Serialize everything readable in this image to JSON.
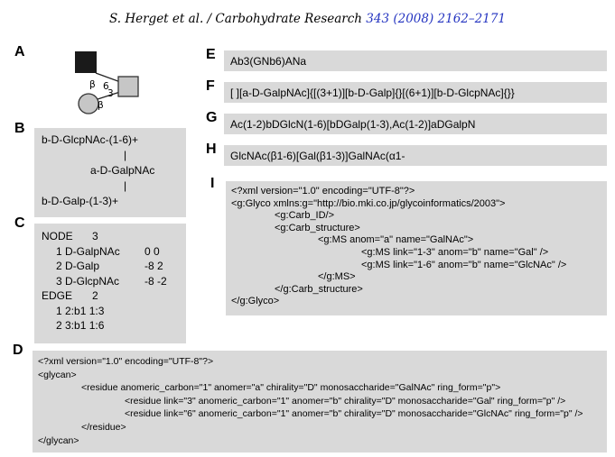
{
  "header": {
    "citation_prefix": "S. Herget et al. / Carbohydrate Research ",
    "citation_link": "343 (2008) 2162–2171",
    "link_color": "#2333c0"
  },
  "colors": {
    "panel_bg": "#d9d9d9",
    "symbol_gray": "#c6c6c6",
    "symbol_black": "#1a1a1a"
  },
  "panels": {
    "a": {
      "label": "A",
      "beta_top": "β",
      "pos_top": "6",
      "beta_bottom": "β",
      "pos_bottom": "3",
      "symbols": [
        "black-square",
        "gray-square",
        "gray-circle"
      ]
    },
    "b": {
      "label": "B",
      "lines": [
        "b-D-GlcpNAc-(1-6)+",
        "|",
        "a-D-GalpNAc",
        "|",
        "b-D-Galp-(1-3)+"
      ]
    },
    "c": {
      "label": "C",
      "rows": [
        {
          "k": "NODE",
          "v": "3",
          "xy": ""
        },
        {
          "k": "",
          "v": "1 D-GalpNAc",
          "xy": "0 0"
        },
        {
          "k": "",
          "v": "2 D-Galp",
          "xy": "-8 2"
        },
        {
          "k": "",
          "v": "3 D-GlcpNAc",
          "xy": "-8 -2"
        },
        {
          "k": "EDGE",
          "v": "2",
          "xy": ""
        },
        {
          "k": "",
          "v": "1 2:b1 1:3",
          "xy": ""
        },
        {
          "k": "",
          "v": "2 3:b1 1:6",
          "xy": ""
        }
      ]
    },
    "d": {
      "label": "D",
      "lines": [
        "<?xml version=\"1.0\" encoding=\"UTF-8\"?>",
        "<glycan>",
        "<residue anomeric_carbon=\"1\" anomer=\"a\" chirality=\"D\" monosaccharide=\"GalNAc\" ring_form=\"p\">",
        "<residue link=\"3\" anomeric_carbon=\"1\" anomer=\"b\" chirality=\"D\" monosaccharide=\"Gal\" ring_form=\"p\" />",
        "<residue link=\"6\" anomeric_carbon=\"1\" anomer=\"b\" chirality=\"D\" monosaccharide=\"GlcNAc\" ring_form=\"p\" />",
        "</residue>",
        "</glycan>"
      ]
    },
    "e": {
      "label": "E",
      "text": "Ab3(GNb6)ANa"
    },
    "f": {
      "label": "F",
      "text": "[ ][a-D-GalpNAc]{[(3+1)][b-D-Galp]{}[(6+1)][b-D-GlcpNAc]{}}"
    },
    "g": {
      "label": "G",
      "text": "Ac(1-2)bDGlcN(1-6)[bDGalp(1-3),Ac(1-2)]aDGalpN"
    },
    "h": {
      "label": "H",
      "text": "GlcNAc(β1-6)[Gal(β1-3)]GalNAc(α1-"
    },
    "i": {
      "label": "I",
      "lines": [
        "<?xml version=\"1.0\" encoding=\"UTF-8\"?>",
        "<g:Glyco xmlns:g=\"http://bio.mki.co.jp/glycoinformatics/2003\">",
        "<g:Carb_ID/>",
        "<g:Carb_structure>",
        "<g:MS anom=\"a\" name=\"GalNAc\">",
        "<g:MS link=\"1-3\" anom=\"b\" name=\"Gal\" />",
        "<g:MS link=\"1-6\" anom=\"b\" name=\"GlcNAc\" />",
        "</g:MS>",
        "</g:Carb_structure>",
        "</g:Glyco>"
      ]
    }
  }
}
